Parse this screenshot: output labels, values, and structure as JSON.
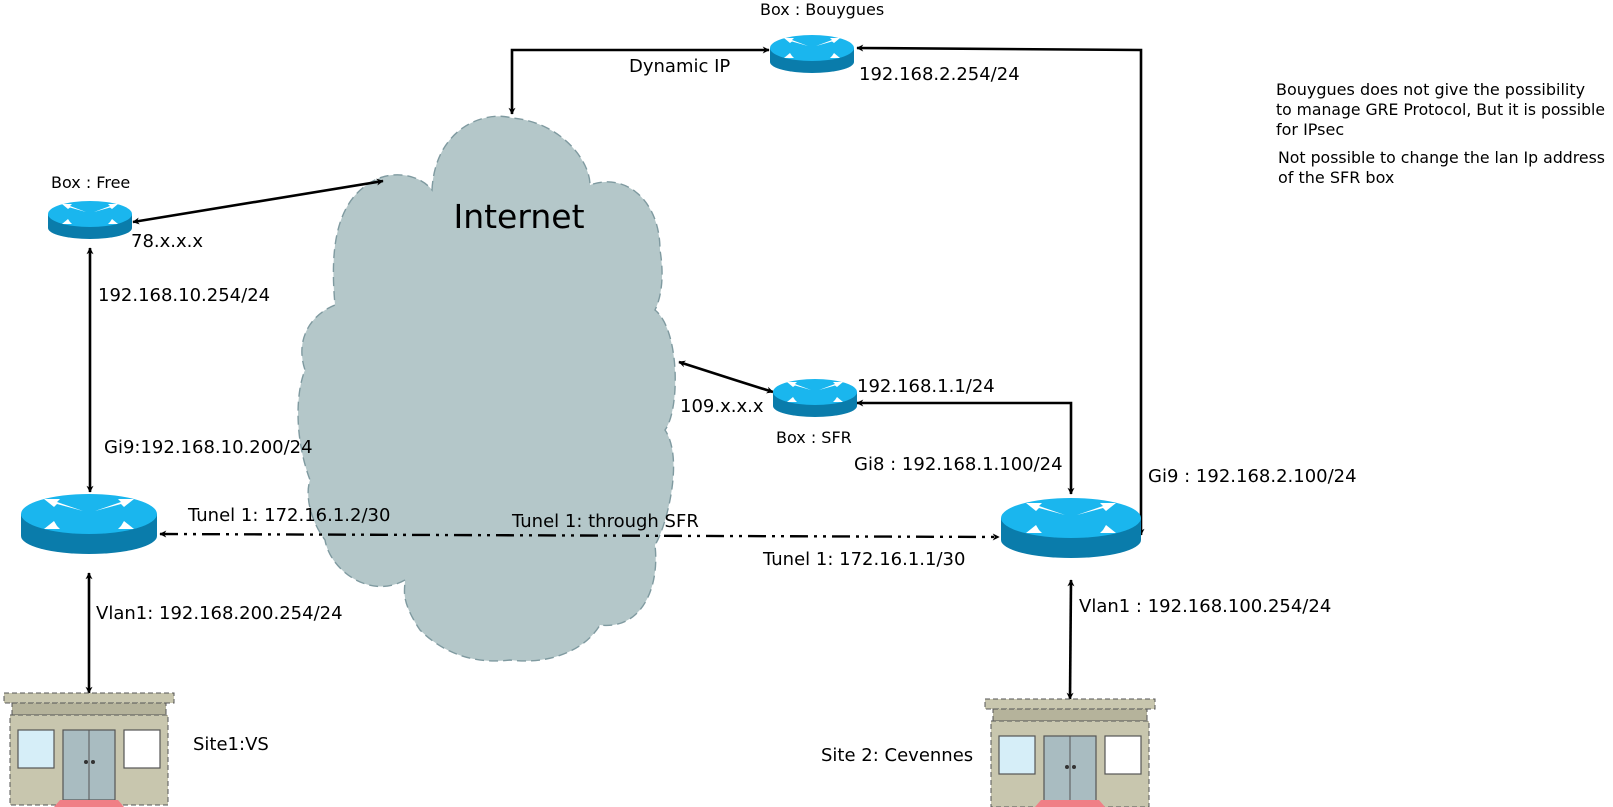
{
  "cloud": {
    "title": "Internet"
  },
  "routers": {
    "bouygues": {
      "label": "Box : Bouygues",
      "ip": "192.168.2.254/24"
    },
    "free": {
      "label": "Box : Free",
      "wan": "78.x.x.x",
      "lan": "192.168.10.254/24"
    },
    "sfr": {
      "label": "Box : SFR",
      "wan": "109.x.x.x",
      "lan": "192.168.1.1/24"
    },
    "site1_router": {
      "gi9": "Gi9:192.168.10.200/24",
      "vlan": "Vlan1: 192.168.200.254/24",
      "tunnel": "Tunel 1: 172.16.1.2/30"
    },
    "site2_router": {
      "gi8": "Gi8 : 192.168.1.100/24",
      "gi9": "Gi9 : 192.168.2.100/24",
      "vlan": "Vlan1 : 192.168.100.254/24",
      "tunnel": "Tunel 1: 172.16.1.1/30"
    }
  },
  "links": {
    "dynamic_ip": "Dynamic IP",
    "tunnel_path": "Tunel 1: through SFR"
  },
  "sites": {
    "site1": "Site1:VS",
    "site2": "Site 2: Cevennes"
  },
  "notes": {
    "bouygues": [
      "Bouygues does not give the possibility",
      "to manage GRE Protocol, But it is possible",
      "for IPsec"
    ],
    "sfr": [
      "Not possible to change the lan Ip address",
      "of the SFR box"
    ]
  },
  "colors": {
    "cloud": "#b4c7c9",
    "router_top": "#1ab6ee",
    "router_side": "#0a7cab",
    "building": "#c8c6ae",
    "door": "#a9bcc1",
    "mat": "#f07f86"
  }
}
